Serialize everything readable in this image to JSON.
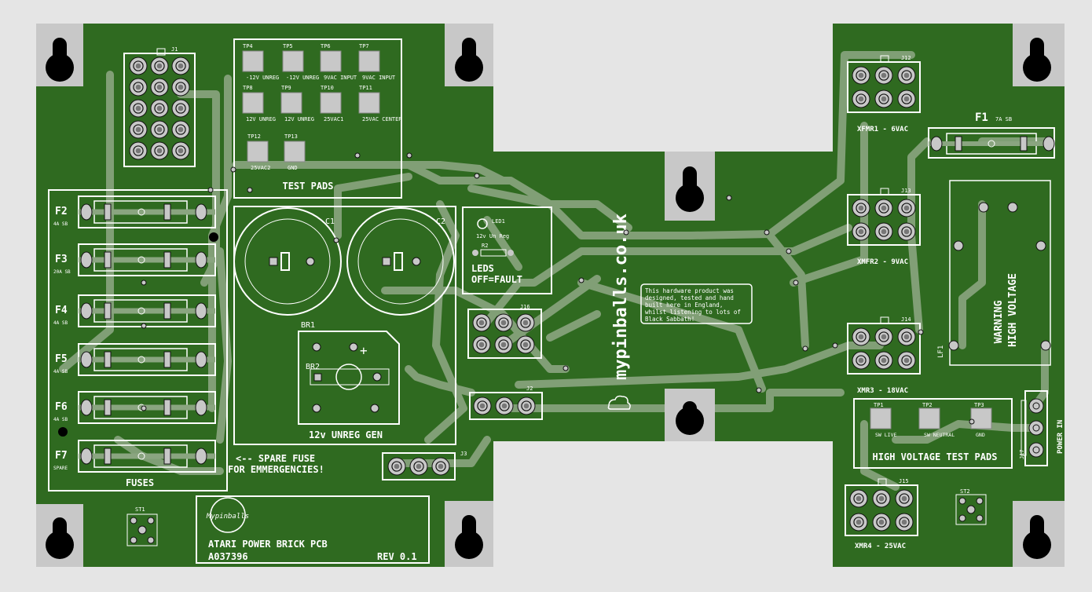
{
  "board": {
    "title": "ATARI POWER BRICK PCB",
    "part_number": "A037396",
    "revision": "REV 0.1",
    "website": "mypinballs.co.uk",
    "logo_text": "Mypinballs",
    "credit_text": [
      "This hardware product was",
      "designed, tested and hand",
      "built here in England,",
      "whilst listening to lots of",
      "Black Sabbath!"
    ],
    "colors": {
      "board": "#2f6a20",
      "trace": "#8aa580",
      "silkscreen": "#ffffff",
      "pad_gray": "#c8c8c8",
      "background": "#e5e5e5"
    }
  },
  "test_pads": {
    "label": "TEST PADS",
    "pads": [
      {
        "ref": "TP4",
        "desc": "-12V UNREG"
      },
      {
        "ref": "TP5",
        "desc": "-12V UNREG"
      },
      {
        "ref": "TP6",
        "desc": "9VAC INPUT"
      },
      {
        "ref": "TP7",
        "desc": "9VAC INPUT"
      },
      {
        "ref": "TP8",
        "desc": "12V UNREG"
      },
      {
        "ref": "TP9",
        "desc": "12V UNREG"
      },
      {
        "ref": "TP10",
        "desc": "25VAC1"
      },
      {
        "ref": "TP11",
        "desc": "25VAC CENTER"
      },
      {
        "ref": "TP12",
        "desc": "25VAC2"
      },
      {
        "ref": "TP13",
        "desc": "GND"
      }
    ]
  },
  "fuses": {
    "label": "FUSES",
    "items": [
      {
        "ref": "F2",
        "rating": "4A SB"
      },
      {
        "ref": "F3",
        "rating": "20A SB"
      },
      {
        "ref": "F4",
        "rating": "4A SB"
      },
      {
        "ref": "F5",
        "rating": "4A SB"
      },
      {
        "ref": "F6",
        "rating": "4A SB"
      },
      {
        "ref": "F7",
        "rating": "SPARE"
      }
    ]
  },
  "main_fuse": {
    "ref": "F1",
    "rating": "7A SB"
  },
  "spare_note": [
    "<-- SPARE FUSE",
    "FOR EMMERGENCIES!"
  ],
  "unreg_gen": {
    "label": "12v UNREG GEN",
    "caps": [
      "C1",
      "C2"
    ],
    "bridge": "BR1",
    "bridge2": "BR2",
    "plus": "+"
  },
  "leds": {
    "led_ref": "LED1",
    "led_desc": "12v Un Reg",
    "resistor": "R2",
    "label1": "LEDS",
    "label2": "OFF=FAULT"
  },
  "connectors": {
    "j1": "J1",
    "j16": "J16",
    "j2": "J2",
    "j3": "J3",
    "transformers": [
      {
        "ref": "J12",
        "label": "XFMR1 - 6VAC"
      },
      {
        "ref": "J13",
        "label": "XMFR2 - 9VAC"
      },
      {
        "ref": "J14",
        "label": "XMR3 - 18VAC"
      },
      {
        "ref": "J15",
        "label": "XMR4 - 25VAC"
      }
    ],
    "power_in": {
      "ref": "J17",
      "label": "POWER IN"
    },
    "st1": "ST1",
    "st2": "ST2"
  },
  "high_voltage": {
    "label": "HIGH VOLTAGE TEST PADS",
    "pads": [
      {
        "ref": "TP1",
        "desc": "SW LIVE"
      },
      {
        "ref": "TP2",
        "desc": "SW NEUTRAL"
      },
      {
        "ref": "TP3",
        "desc": "GND"
      }
    ],
    "warning1": "WARNING",
    "warning2": "HIGH VOLTAGE",
    "filter": "LF1"
  }
}
